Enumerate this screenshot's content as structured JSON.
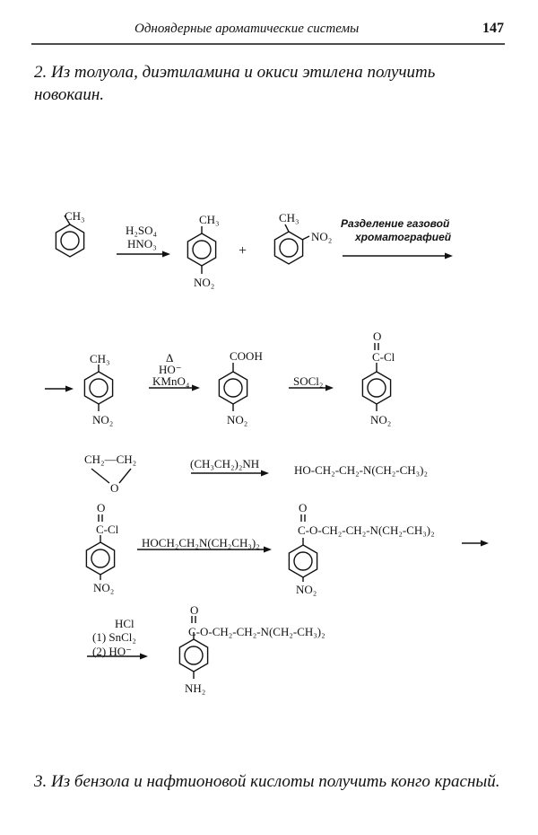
{
  "header": {
    "title": "Одноядерные ароматические системы",
    "page_number": "147"
  },
  "problem2": {
    "text": "2. Из толуола, диэтиламина и окиси этилена получить новокаин."
  },
  "problem3": {
    "text": "3. Из бензола и нафтионовой кислоты получить конго красный."
  },
  "scheme": {
    "row1": {
      "toluene_ch3": "CH₃",
      "reagent1": "H₂SO₄",
      "reagent2": "HNO₃",
      "para_ch3": "CH₃",
      "para_no2": "NO₂",
      "plus": "+",
      "ortho_ch3": "CH₃",
      "ortho_no2": "NO₂",
      "separation_line1": "Разделение газовой",
      "separation_line2": "хроматографией"
    },
    "row2": {
      "ch3": "CH₃",
      "no2_a": "NO₂",
      "heat": "Δ",
      "base": "HO⁻",
      "oxidant": "KMnO₄",
      "cooh": "COOH",
      "no2_b": "NO₂",
      "socl2": "SOCl₂",
      "oxygen": "O",
      "acyl_cl": "C-Cl",
      "no2_c": "NO₂"
    },
    "row3": {
      "epoxide_top": "CH₂—CH₂",
      "epoxide_o": "O",
      "amine": "(CH₃CH₂)₂NH",
      "product": "HO-CH₂-CH₂-N(CH₂-CH₃)₂"
    },
    "row4": {
      "oxygen": "O",
      "acyl_cl": "C-Cl",
      "no2": "NO₂",
      "reagent": "HOCH₂CH₂N(CH₂CH₃)₂",
      "ester_o": "O",
      "ester_chain": "C-O-CH₂-CH₂-N(CH₂-CH₃)₂",
      "ester_no2": "NO₂"
    },
    "row5": {
      "hcl": "HCl",
      "step1": "(1) SnCl₂",
      "step2": "(2) HO⁻",
      "product_o": "O",
      "product_chain": "C-O-CH₂-CH₂-N(CH₂-CH₃)₂",
      "nh2": "NH₂"
    }
  }
}
